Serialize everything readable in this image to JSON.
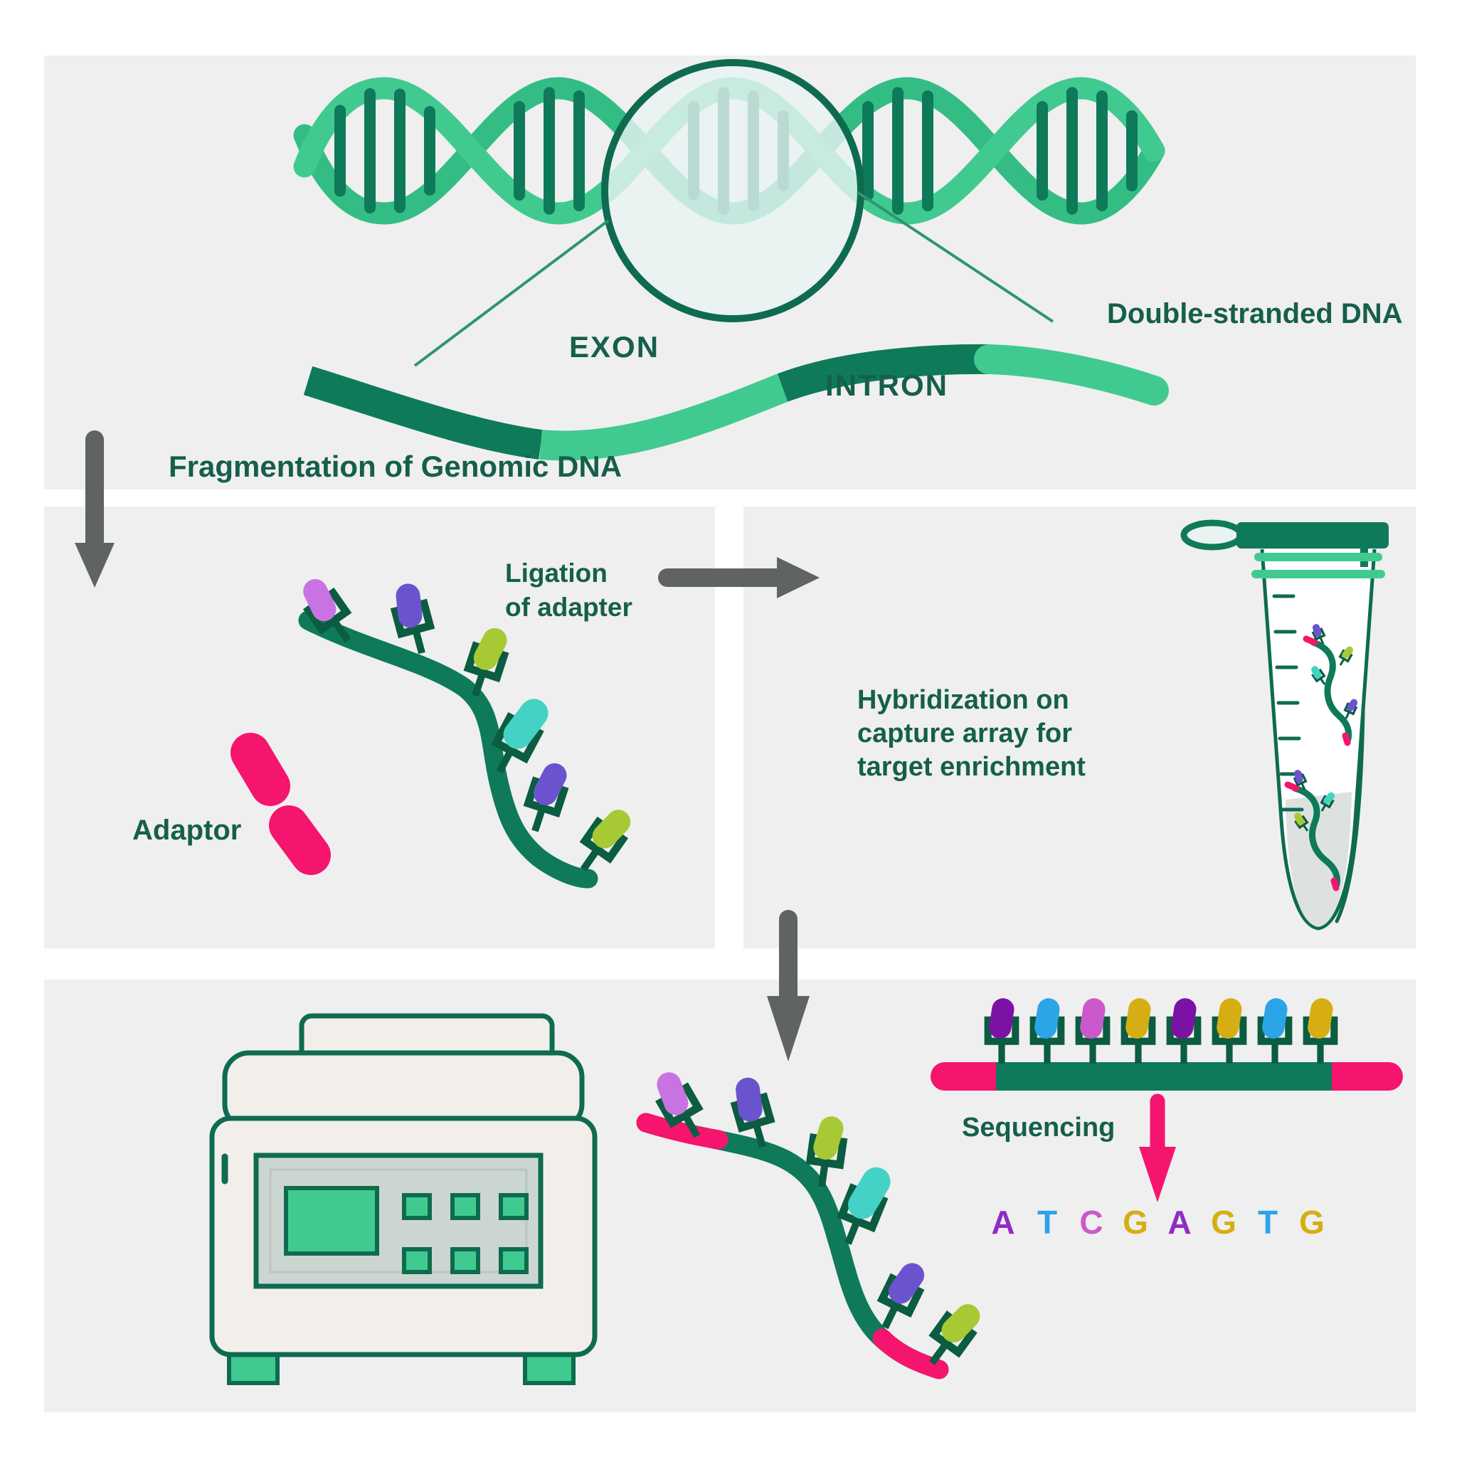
{
  "palette": {
    "page_bg": "#ffffff",
    "panel_bg": "#efefef",
    "text_green": "#155f4b",
    "deep_green": "#0e7a5a",
    "outline_green": "#0e6b50",
    "bracket_green": "#0b5c40",
    "light_green": "#41ca90",
    "mid_green": "#33bd85",
    "circle_fill": "#e9f3f2",
    "arrow_gray": "#5f6362",
    "pink": "#f5146e",
    "liquid_gray": "#dde2e1",
    "machine_body": "#f2efeb",
    "machine_panel": "#ccd6d1",
    "orchid": "#c973e3",
    "purple": "#6b53cf",
    "yellowgreen": "#a6c934",
    "teal": "#45d2c6",
    "darkpurple": "#7c12a5",
    "blue": "#2ba4e8",
    "magenta": "#cb59cb",
    "gold": "#d6ae14",
    "letterA": "#8f2cc4",
    "letterT": "#2ba4e8",
    "letterC": "#cb59cb",
    "letterG": "#d6ae14"
  },
  "top_panel": {
    "ds_dna_label": "Double-stranded DNA",
    "exon_label": "EXON",
    "intron_label": "INTRON",
    "fragmentation_label": "Fragmentation of Genomic DNA"
  },
  "workflow": {
    "ligation_line1": "Ligation",
    "ligation_line2": "of adapter",
    "adaptor_label": "Adaptor",
    "hybridization_line1": "Hybridization on",
    "hybridization_line2": "capture array for",
    "hybridization_line3": "target enrichment",
    "sequencing_label": "Sequencing"
  },
  "sequencing_result": {
    "bases": [
      {
        "letter": "A",
        "color": "letterA"
      },
      {
        "letter": "T",
        "color": "letterT"
      },
      {
        "letter": "C",
        "color": "letterC"
      },
      {
        "letter": "G",
        "color": "letterG"
      },
      {
        "letter": "A",
        "color": "letterA"
      },
      {
        "letter": "G",
        "color": "letterG"
      },
      {
        "letter": "T",
        "color": "letterT"
      },
      {
        "letter": "G",
        "color": "letterG"
      }
    ]
  },
  "probes": {
    "fragment_colors": [
      "orchid",
      "purple",
      "yellowgreen",
      "teal",
      "purple",
      "yellowgreen"
    ],
    "array_colors": [
      "darkpurple",
      "blue",
      "magenta",
      "gold",
      "darkpurple",
      "gold",
      "blue",
      "gold"
    ],
    "tube_fragment1_colors": [
      "purple",
      "yellowgreen",
      "teal",
      "purple"
    ],
    "tube_fragment2_colors": [
      "purple",
      "teal",
      "yellowgreen"
    ]
  }
}
